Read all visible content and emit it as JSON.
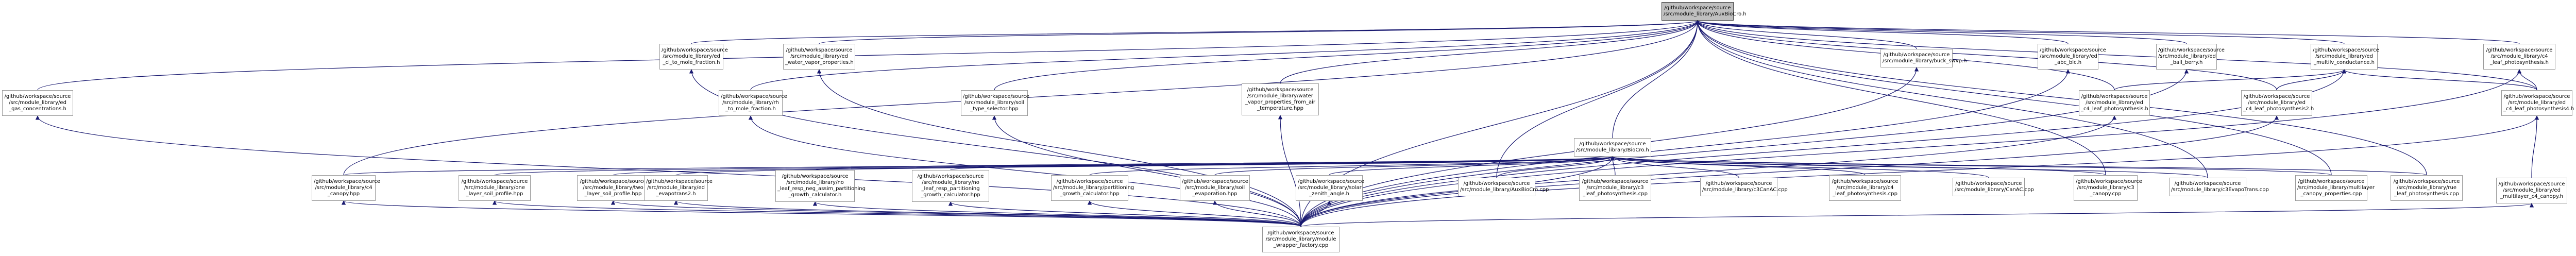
{
  "graph": {
    "edge_color": "#191970",
    "nodes": [
      {
        "id": "root",
        "root": true,
        "lines": [
          "/github/workspace/source",
          "/src/module_library/AuxBioCro.h"
        ]
      },
      {
        "id": "gas_conc",
        "lines": [
          "/github/workspace/source",
          "/src/module_library/ed",
          "_gas_concentrations.h"
        ]
      },
      {
        "id": "ci_mole",
        "lines": [
          "/github/workspace/source",
          "/src/module_library/ed",
          "_ci_to_mole_fraction.h"
        ]
      },
      {
        "id": "water_vapor",
        "lines": [
          "/github/workspace/source",
          "/src/module_library/ed",
          "_water_vapor_properties.h"
        ]
      },
      {
        "id": "ci_mole2",
        "lines": [
          "/github/workspace/source",
          "/src/module_library/rh",
          "_to_mole_fraction.h"
        ]
      },
      {
        "id": "soil_type",
        "lines": [
          "/github/workspace/source",
          "/src/module_library/soil",
          "_type_selector.hpp"
        ]
      },
      {
        "id": "wv_air_temp",
        "lines": [
          "/github/workspace/source",
          "/src/module_library/water",
          "_vapor_properties_from_air",
          "_temperature.hpp"
        ]
      },
      {
        "id": "buck_swvp",
        "lines": [
          "/github/workspace/source",
          "/src/module_library/buck_swvp.h"
        ]
      },
      {
        "id": "abc_bc",
        "lines": [
          "/github/workspace/source",
          "/src/module_library/ed",
          "_abc_blc.h"
        ]
      },
      {
        "id": "ball_berry",
        "lines": [
          "/github/workspace/source",
          "/src/module_library/ed",
          "_ball_berry.h"
        ]
      },
      {
        "id": "multiv_cond",
        "lines": [
          "/github/workspace/source",
          "/src/module_library/ed",
          "_multilv_conductance.h"
        ]
      },
      {
        "id": "c4_photo_h",
        "lines": [
          "/github/workspace/source",
          "/src/module_library/c4",
          "_leaf_photosynthesis.h"
        ]
      },
      {
        "id": "c4_ed_photo",
        "lines": [
          "/github/workspace/source",
          "/src/module_library/ed",
          "_c4_leaf_photosynthesis.h"
        ]
      },
      {
        "id": "c4_ed_photo2",
        "lines": [
          "/github/workspace/source",
          "/src/module_library/ed",
          "_c4_leaf_photosynthesis2.h"
        ]
      },
      {
        "id": "c4_ed_photo4",
        "lines": [
          "/github/workspace/source",
          "/src/module_library/ed",
          "_c4_leaf_photosynthesis4.h"
        ]
      },
      {
        "id": "biocro",
        "lines": [
          "/github/workspace/source",
          "/src/module_library/BioCro.h"
        ]
      },
      {
        "id": "multilayer_c4",
        "lines": [
          "/github/workspace/source",
          "/src/module_library/ed",
          "_multilayer_c4_canopy.h"
        ]
      },
      {
        "id": "c4_canopy",
        "lines": [
          "/github/workspace/source",
          "/src/module_library/c4",
          "_canopy.hpp"
        ]
      },
      {
        "id": "one_layer",
        "lines": [
          "/github/workspace/source",
          "/src/module_library/one",
          "_layer_soil_profile.hpp"
        ]
      },
      {
        "id": "two_layer",
        "lines": [
          "/github/workspace/source",
          "/src/module_library/two",
          "_layer_soil_profile.hpp"
        ]
      },
      {
        "id": "ed_evapo",
        "lines": [
          "/github/workspace/source",
          "/src/module_library/ed",
          "_evapotrans2.h"
        ]
      },
      {
        "id": "no_leaf",
        "lines": [
          "/github/workspace/source",
          "/src/module_library/no",
          "_leaf_resp_neg_assim_partitioning",
          "_growth_calculator.h"
        ]
      },
      {
        "id": "no_leaf2",
        "lines": [
          "/github/workspace/source",
          "/src/module_library/no",
          "_leaf_resp_partitioning",
          "_growth_calculator.hpp"
        ]
      },
      {
        "id": "partitioning",
        "lines": [
          "/github/workspace/source",
          "/src/module_library/partitioning",
          "_growth_calculator.hpp"
        ]
      },
      {
        "id": "soil_evap",
        "lines": [
          "/github/workspace/source",
          "/src/module_library/soil",
          "_evaporation.hpp"
        ]
      },
      {
        "id": "solar_zenith",
        "lines": [
          "/github/workspace/source",
          "/src/module_library/solar",
          "_zenith_angle.h"
        ]
      },
      {
        "id": "auxbiocro_cpp",
        "lines": [
          "/github/workspace/source",
          "/src/module_library/AuxBioCro.cpp"
        ]
      },
      {
        "id": "c3_photo_cpp",
        "lines": [
          "/github/workspace/source",
          "/src/module_library/c3",
          "_leaf_photosynthesis.cpp"
        ]
      },
      {
        "id": "c3canac_cpp",
        "lines": [
          "/github/workspace/source",
          "/src/module_library/c3CanAC.cpp"
        ]
      },
      {
        "id": "c4_photo_cpp",
        "lines": [
          "/github/workspace/source",
          "/src/module_library/c4",
          "_leaf_photosynthesis.cpp"
        ]
      },
      {
        "id": "canac_cpp",
        "lines": [
          "/github/workspace/source",
          "/src/module_library/CanAC.cpp"
        ]
      },
      {
        "id": "c3_canopy_cpp",
        "lines": [
          "/github/workspace/source",
          "/src/module_library/c3",
          "_canopy.cpp"
        ]
      },
      {
        "id": "c3evapo_cpp",
        "lines": [
          "/github/workspace/source",
          "/src/module_library/c3EvapoTrans.cpp"
        ]
      },
      {
        "id": "multilayer_canopy",
        "lines": [
          "/github/workspace/source",
          "/src/module_library/multilayer",
          "_canopy_properties.cpp"
        ]
      },
      {
        "id": "rue_photo",
        "lines": [
          "/github/workspace/source",
          "/src/module_library/rue",
          "_leaf_photosynthesis.cpp"
        ]
      },
      {
        "id": "module_factory",
        "lines": [
          "/github/workspace/source",
          "/src/module_library/module",
          "_wrapper_factory.cpp"
        ]
      }
    ],
    "edges": [
      [
        "gas_conc",
        "root"
      ],
      [
        "ci_mole",
        "root"
      ],
      [
        "water_vapor",
        "root"
      ],
      [
        "ci_mole2",
        "root"
      ],
      [
        "soil_type",
        "root"
      ],
      [
        "wv_air_temp",
        "root"
      ],
      [
        "buck_swvp",
        "root"
      ],
      [
        "abc_bc",
        "root"
      ],
      [
        "ball_berry",
        "root"
      ],
      [
        "multiv_cond",
        "root"
      ],
      [
        "c4_photo_h",
        "root"
      ],
      [
        "c4_ed_photo",
        "root"
      ],
      [
        "c4_ed_photo2",
        "root"
      ],
      [
        "c4_ed_photo4",
        "root"
      ],
      [
        "biocro",
        "root"
      ],
      [
        "auxbiocro_cpp",
        "root"
      ],
      [
        "c3_canopy_cpp",
        "root"
      ],
      [
        "c3evapo_cpp",
        "root"
      ],
      [
        "multilayer_canopy",
        "root"
      ],
      [
        "rue_photo",
        "root"
      ],
      [
        "c4_canopy",
        "root"
      ],
      [
        "module_factory",
        "root"
      ],
      [
        "c4_canopy",
        "biocro"
      ],
      [
        "one_layer",
        "biocro"
      ],
      [
        "two_layer",
        "biocro"
      ],
      [
        "ed_evapo",
        "biocro"
      ],
      [
        "no_leaf",
        "biocro"
      ],
      [
        "no_leaf2",
        "biocro"
      ],
      [
        "partitioning",
        "biocro"
      ],
      [
        "soil_evap",
        "biocro"
      ],
      [
        "solar_zenith",
        "biocro"
      ],
      [
        "auxbiocro_cpp",
        "biocro"
      ],
      [
        "c3_photo_cpp",
        "biocro"
      ],
      [
        "c3canac_cpp",
        "biocro"
      ],
      [
        "c4_photo_cpp",
        "biocro"
      ],
      [
        "canac_cpp",
        "biocro"
      ],
      [
        "c3_canopy_cpp",
        "biocro"
      ],
      [
        "c3evapo_cpp",
        "biocro"
      ],
      [
        "multilayer_canopy",
        "biocro"
      ],
      [
        "rue_photo",
        "biocro"
      ],
      [
        "multilayer_c4",
        "c4_ed_photo4"
      ],
      [
        "c4_ed_photo",
        "multiv_cond"
      ],
      [
        "c4_ed_photo2",
        "multiv_cond"
      ],
      [
        "c4_ed_photo4",
        "multiv_cond"
      ],
      [
        "c4_ed_photo4",
        "c4_photo_h"
      ],
      [
        "module_factory",
        "gas_conc"
      ],
      [
        "module_factory",
        "ci_mole"
      ],
      [
        "module_factory",
        "water_vapor"
      ],
      [
        "module_factory",
        "ci_mole2"
      ],
      [
        "module_factory",
        "soil_type"
      ],
      [
        "module_factory",
        "wv_air_temp"
      ],
      [
        "module_factory",
        "c4_canopy"
      ],
      [
        "module_factory",
        "one_layer"
      ],
      [
        "module_factory",
        "two_layer"
      ],
      [
        "module_factory",
        "ed_evapo"
      ],
      [
        "module_factory",
        "no_leaf"
      ],
      [
        "module_factory",
        "no_leaf2"
      ],
      [
        "module_factory",
        "partitioning"
      ],
      [
        "module_factory",
        "soil_evap"
      ],
      [
        "module_factory",
        "solar_zenith"
      ],
      [
        "module_factory",
        "buck_swvp"
      ],
      [
        "module_factory",
        "abc_bc"
      ],
      [
        "module_factory",
        "ball_berry"
      ],
      [
        "module_factory",
        "multiv_cond"
      ],
      [
        "module_factory",
        "c4_photo_h"
      ],
      [
        "module_factory",
        "c4_ed_photo"
      ],
      [
        "module_factory",
        "c4_ed_photo2"
      ],
      [
        "module_factory",
        "c4_ed_photo4"
      ],
      [
        "module_factory",
        "multilayer_c4"
      ],
      [
        "module_factory",
        "biocro"
      ]
    ]
  }
}
